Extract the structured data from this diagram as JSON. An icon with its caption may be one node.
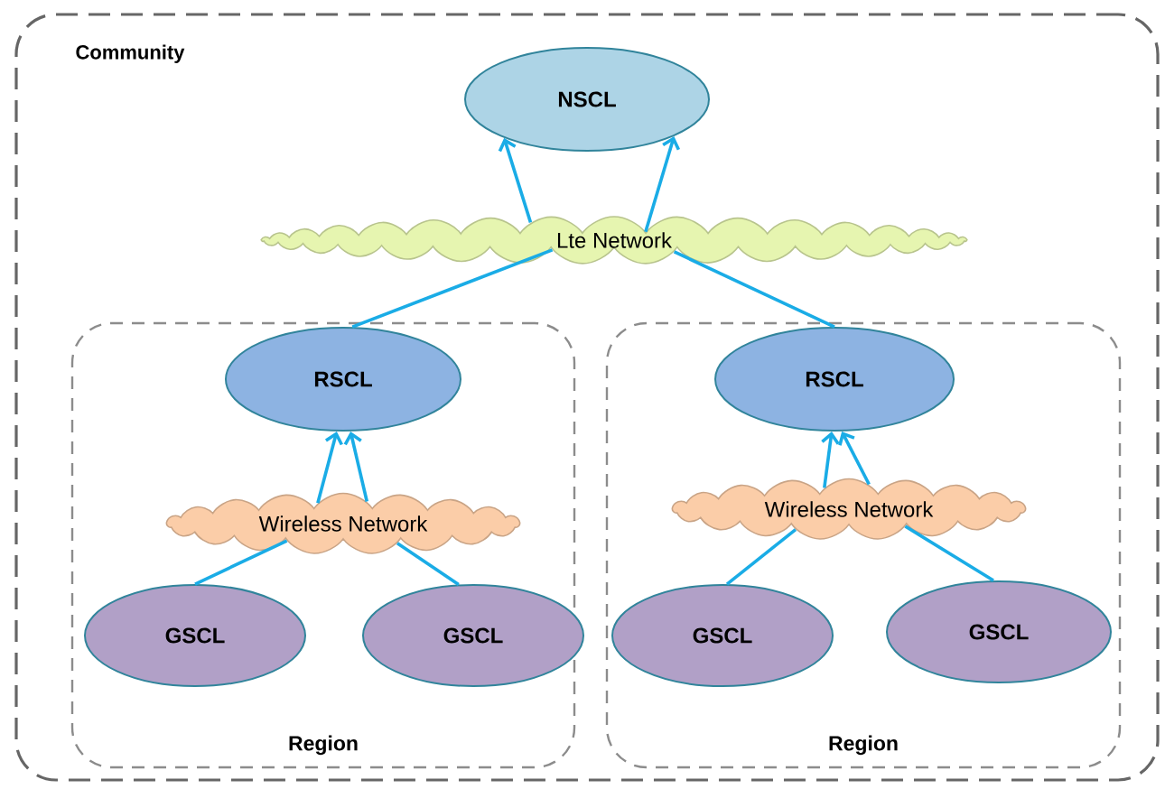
{
  "diagram": {
    "nodes": [
      {
        "text": [
          "Community"
        ]
      },
      {
        "text": [
          "NSCL"
        ],
        "in": 0
      },
      {
        "text": [
          "Lte Network"
        ],
        "in": 0
      },
      {
        "text": [
          "Region"
        ],
        "in": 0
      },
      {
        "text": [
          "RSCL"
        ],
        "in": 3
      },
      {
        "text": [
          "Wireless Network"
        ],
        "in": 3
      },
      {
        "text": [
          "GSCL"
        ],
        "in": 3
      },
      {
        "text": [
          "GSCL"
        ],
        "in": 3
      },
      {
        "text": [
          "Region"
        ],
        "in": 0
      },
      {
        "text": [
          "RSCL"
        ],
        "in": 8
      },
      {
        "text": [
          "Wireless Network"
        ],
        "in": 8
      },
      {
        "text": [
          "GSCL"
        ],
        "in": 8
      },
      {
        "text": [
          "GSCL"
        ],
        "in": 8
      }
    ],
    "edges": [
      {
        "from": 2,
        "to": 1,
        "arrow": "to"
      },
      {
        "from": 2,
        "to": 1,
        "arrow": "to"
      },
      {
        "from": 4,
        "to": 2,
        "arrow": "none"
      },
      {
        "from": 9,
        "to": 2,
        "arrow": "none"
      },
      {
        "from": 5,
        "to": 4,
        "arrow": "to"
      },
      {
        "from": 5,
        "to": 4,
        "arrow": "to"
      },
      {
        "from": 6,
        "to": 5,
        "arrow": "none"
      },
      {
        "from": 7,
        "to": 5,
        "arrow": "none"
      },
      {
        "from": 10,
        "to": 9,
        "arrow": "to"
      },
      {
        "from": 10,
        "to": 9,
        "arrow": "to"
      },
      {
        "from": 11,
        "to": 10,
        "arrow": "none"
      },
      {
        "from": 12,
        "to": 10,
        "arrow": "none"
      }
    ]
  }
}
